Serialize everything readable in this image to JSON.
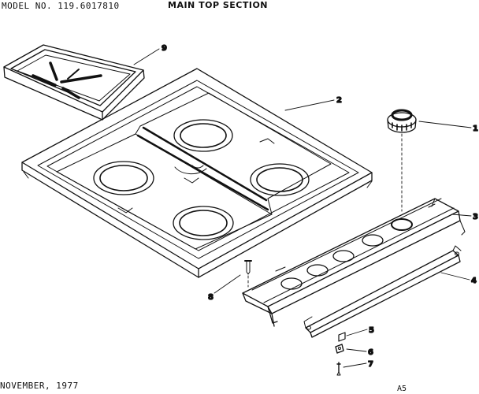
{
  "header": {
    "model_text": "MODEL NO. 119.6017810",
    "title": "MAIN TOP SECTION"
  },
  "footer": {
    "date": "NOVEMBER, 1977",
    "page_code": "A5"
  },
  "callouts": [
    {
      "id": "grate",
      "label": "9"
    },
    {
      "id": "cooktop",
      "label": "2"
    },
    {
      "id": "knob",
      "label": "1"
    },
    {
      "id": "control-panel",
      "label": "3"
    },
    {
      "id": "bracket",
      "label": "4"
    },
    {
      "id": "screw-8",
      "label": "8"
    },
    {
      "id": "part-5",
      "label": "5"
    },
    {
      "id": "part-6",
      "label": "6"
    },
    {
      "id": "part-7",
      "label": "7"
    }
  ]
}
